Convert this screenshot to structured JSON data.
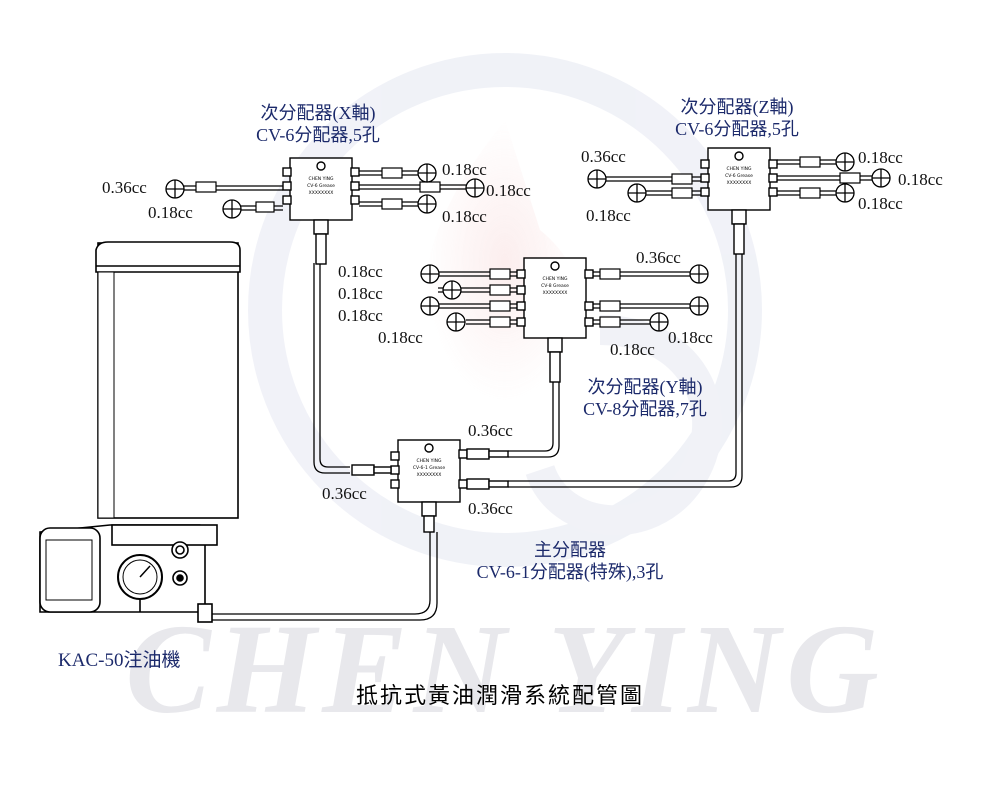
{
  "watermark": "CHEN YING",
  "title": "抵抗式黃油潤滑系統配管圖",
  "pump": {
    "label": "KAC-50注油機"
  },
  "main_distributor": {
    "line1": "主分配器",
    "line2": "CV-6-1分配器(特殊),3孔",
    "brand": "CHEN YING",
    "model": "CV-6-1  Grease",
    "serial": "XXXXXXXX"
  },
  "x_distributor": {
    "line1": "次分配器(X軸)",
    "line2": "CV-6分配器,5孔",
    "brand": "CHEN YING",
    "model": "CV-6  Grease",
    "serial": "XXXXXXXX"
  },
  "y_distributor": {
    "line1": "次分配器(Y軸)",
    "line2": "CV-8分配器,7孔",
    "brand": "CHEN YING",
    "model": "CV-8  Grease",
    "serial": "XXXXXXXX"
  },
  "z_distributor": {
    "line1": "次分配器(Z軸)",
    "line2": "CV-6分配器,5孔",
    "brand": "CHEN YING",
    "model": "CV-6  Grease",
    "serial": "XXXXXXXX"
  },
  "outlets": {
    "x": [
      "0.36cc",
      "0.18cc",
      "0.18cc",
      "0.18cc",
      "0.18cc"
    ],
    "y": [
      "0.18cc",
      "0.18cc",
      "0.18cc",
      "0.18cc",
      "0.36cc",
      "0.18cc",
      "0.18cc"
    ],
    "z": [
      "0.36cc",
      "0.18cc",
      "0.18cc",
      "0.18cc",
      "0.18cc"
    ],
    "main": [
      "0.36cc",
      "0.36cc",
      "0.36cc"
    ]
  }
}
